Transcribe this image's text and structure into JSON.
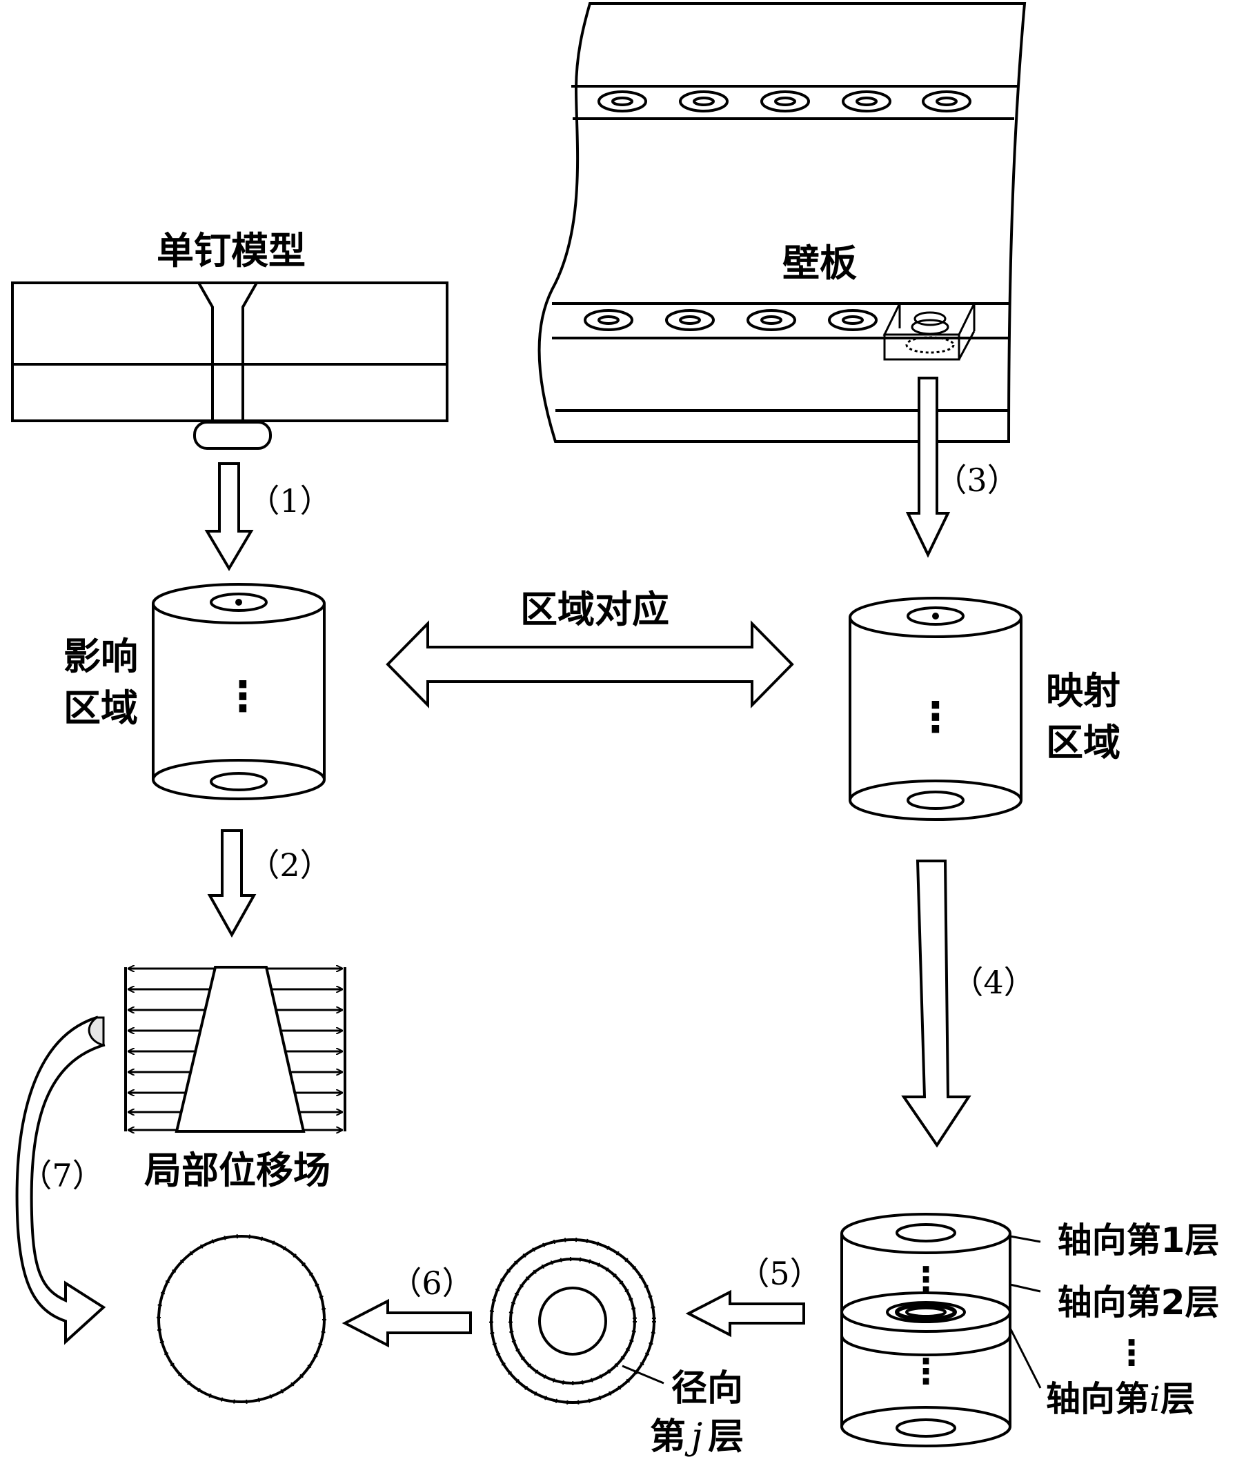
{
  "labels": {
    "single_rivet_model": "单钉模型",
    "wall_panel": "壁板",
    "influence_region_line1": "影响",
    "influence_region_line2": "区域",
    "region_correspondence": "区域对应",
    "mapping_region_line1": "映射",
    "mapping_region_line2": "区域",
    "local_displacement_field": "局部位移场",
    "axial_layer_1": "轴向第1层",
    "axial_layer_2": "轴向第2层",
    "axial_layer_i": "轴向第",
    "axial_layer_i_var": "i",
    "axial_layer_i_suffix": "层",
    "radial_line1": "径向",
    "radial_line2_prefix": "第",
    "radial_line2_var": "j",
    "radial_line2_suffix": "层",
    "dots": "⋮"
  },
  "steps": {
    "s1": "（1）",
    "s2": "（2）",
    "s3": "（3）",
    "s4": "（4）",
    "s5": "（5）",
    "s6": "（6）",
    "s7": "（7）"
  },
  "colors": {
    "stroke": "#000000",
    "background": "#ffffff",
    "arrow_fill_gray": "#e6e6e6"
  }
}
